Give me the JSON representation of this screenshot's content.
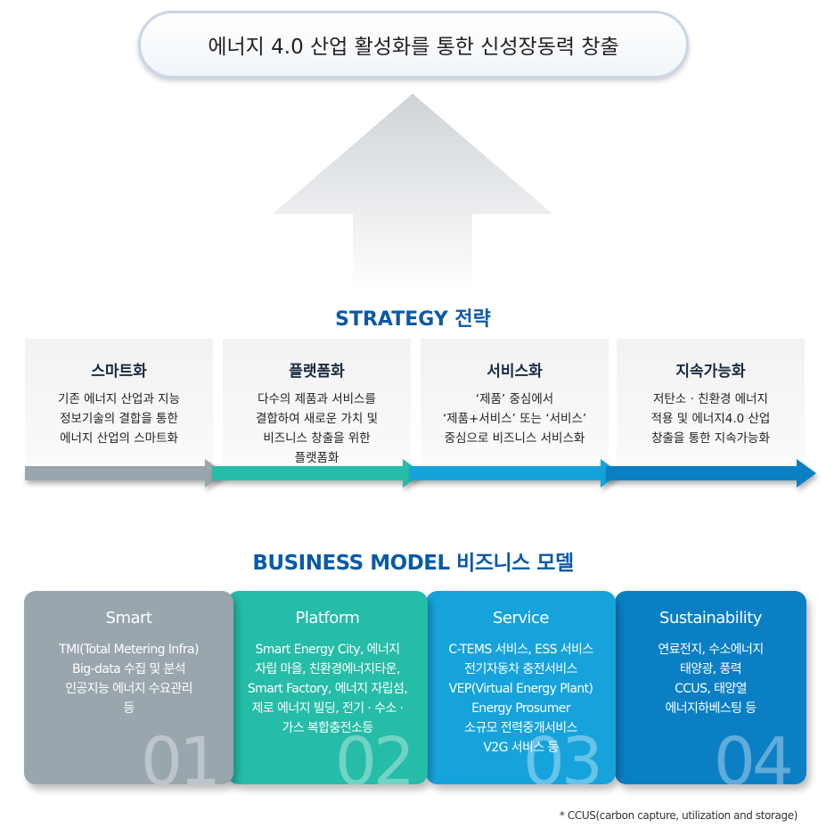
{
  "goal": "에너지 4.0 산업 활성화를 통한 신성장동력 창출",
  "strategy": {
    "title": "STRATEGY 전략",
    "items": [
      {
        "title": "스마트화",
        "lines": [
          "기존 에너지 산업과 지능",
          "정보기술의 결합을 통한",
          "에너지 산업의 스마트화"
        ]
      },
      {
        "title": "플랫폼화",
        "lines": [
          "다수의 제품과 서비스를",
          "결합하여 새로운 가치 및",
          "비즈니스 창출을 위한",
          "플랫폼화"
        ]
      },
      {
        "title": "서비스화",
        "lines": [
          "‘제품’ 중심에서",
          "‘제품+서비스’ 또는 ‘서비스’",
          "중심으로 비즈니스 서비스화"
        ]
      },
      {
        "title": "지속가능화",
        "lines": [
          "저탄소 · 친환경 에너지",
          "적용 및 에너지4.0 산업",
          "창출을 통한 지속가능화"
        ]
      }
    ]
  },
  "colors": [
    "#9aa6ad",
    "#25bca8",
    "#16a3dc",
    "#0b7fc4"
  ],
  "business": {
    "title": "BUSINESS MODEL 비즈니스 모델",
    "items": [
      {
        "title": "Smart",
        "num": "01",
        "lines": [
          "TMI(Total Metering Infra)",
          "Big-data 수집 및 분석",
          "인공지능 에너지 수요관리",
          "등"
        ]
      },
      {
        "title": "Platform",
        "num": "02",
        "lines": [
          "Smart Energy City, 에너지",
          "자립 마을, 친환경에너지타운,",
          "Smart Factory, 에너지 자립섬,",
          "제로 에너지 빌딩, 전기 · 수소 ·",
          "가스 복합충전소등"
        ]
      },
      {
        "title": "Service",
        "num": "03",
        "lines": [
          "C-TEMS 서비스, ESS 서비스",
          "전기자동차 충전서비스",
          "VEP(Virtual Energy Plant)",
          "Energy Prosumer",
          "소규모 전력중개서비스",
          "V2G 서비스 등"
        ]
      },
      {
        "title": "Sustainability",
        "num": "04",
        "lines": [
          "연료전지, 수소에너지",
          "태양광, 풍력",
          "CCUS, 태양열",
          "에너지하베스팅 등"
        ]
      }
    ]
  },
  "footnote": "*  CCUS(carbon capture, utilization and storage)"
}
